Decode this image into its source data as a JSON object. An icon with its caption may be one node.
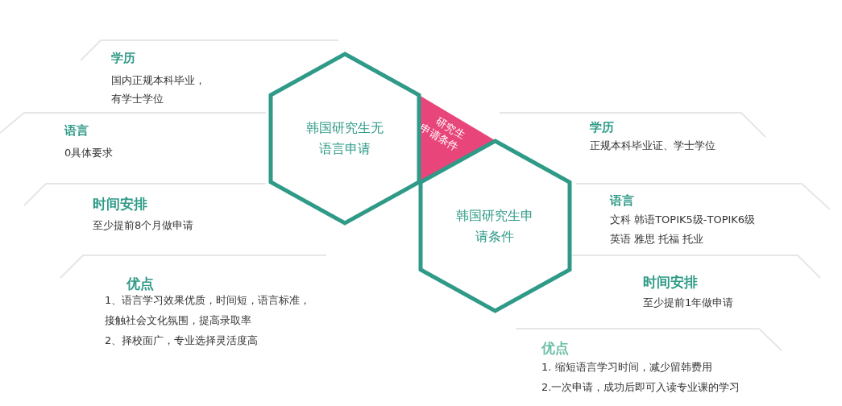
{
  "diagram": {
    "nodes": [
      {
        "text": [
          "韩国研究生无语言申请"
        ]
      },
      {
        "text": [
          "研究生申请条件"
        ]
      },
      {
        "text": [
          "韩国研究生申请条件"
        ]
      }
    ],
    "labels": [
      "学历",
      "国内正规本科毕业，有学士学位",
      "语言",
      "0具体要求",
      "时间安排",
      "至少提前8个月做申请",
      "优点",
      "1、语言学习效果优质，时间短，语言标准，接触社会文化氛围，提高录取率",
      "2、择校面广，专业选择灵活度高",
      "学历",
      "正规本科毕业证、学士学位",
      "语言",
      "文科 韩语TOPIK5级-TOPIK6级",
      "英语 雅思 托福 托业",
      "时间安排",
      "至少提前1年做申请",
      "优点",
      "1. 缩短语言学习时间，减少留韩费用",
      "2.一次申请，成功后即可入读专业课的学习"
    ]
  }
}
